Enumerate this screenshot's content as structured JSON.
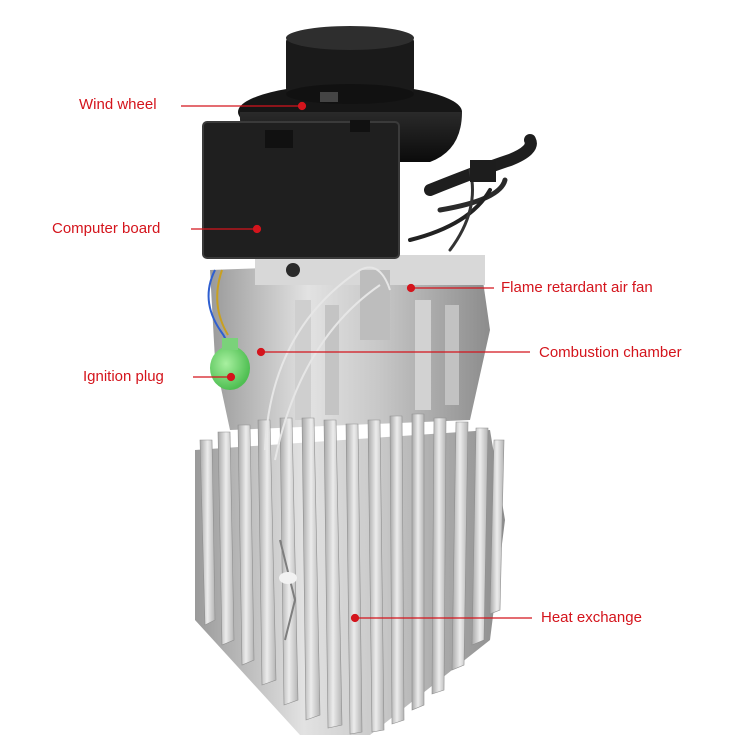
{
  "colors": {
    "label_text": "#d4141c",
    "leader_line": "#d4141c",
    "background": "#ffffff"
  },
  "labels": {
    "wind_wheel": "Wind wheel",
    "computer_board": "Computer board",
    "flame_fan": "Flame retardant air fan",
    "combustion_chamber": "Combustion chamber",
    "ignition_plug": "Ignition plug",
    "heat_exchange": "Heat exchange"
  }
}
